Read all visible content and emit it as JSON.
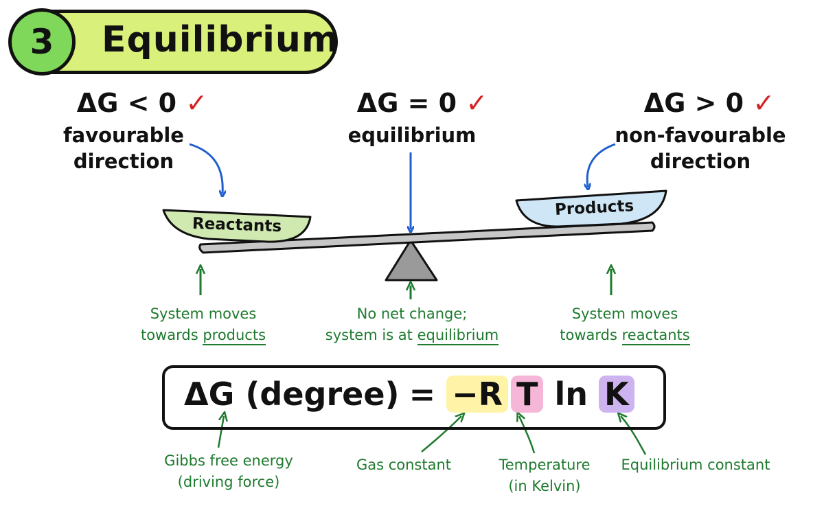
{
  "title": {
    "number": "3",
    "text": "Equilibrium"
  },
  "conditions": [
    {
      "expr": "ΔG < 0",
      "check": "✓",
      "desc_line1": "favourable",
      "desc_line2": "direction"
    },
    {
      "expr": "ΔG = 0",
      "check": "✓",
      "desc_line1": "equilibrium",
      "desc_line2": ""
    },
    {
      "expr": "ΔG > 0",
      "check": "✓",
      "desc_line1": "non-favourable",
      "desc_line2": "direction"
    }
  ],
  "pans": {
    "left": "Reactants",
    "right": "Products"
  },
  "notes": [
    {
      "line1": "System moves",
      "line2_prefix": "towards ",
      "line2_emph": "products"
    },
    {
      "line1": "No net change;",
      "line2_prefix": "system is at ",
      "line2_emph": "equilibrium"
    },
    {
      "line1": "System moves",
      "line2_prefix": "towards ",
      "line2_emph": "reactants"
    }
  ],
  "formula": {
    "lhs": "ΔG (degree)",
    "eq": "=",
    "minus_r": "−R",
    "t": "T",
    "ln": "ln",
    "k": "K"
  },
  "formula_labels": [
    {
      "line1": "Gibbs free energy",
      "line2": "(driving force)"
    },
    {
      "line1": "Gas constant",
      "line2": ""
    },
    {
      "line1": "Temperature",
      "line2": "(in Kelvin)"
    },
    {
      "line1": "Equilibrium constant",
      "line2": ""
    }
  ],
  "colors": {
    "title_bg": "#d9f07a",
    "number_bg": "#7fd85a",
    "check": "#d32323",
    "blue_arrow": "#1f5fcf",
    "green_text": "#1e7a2e",
    "reactants_pan": "#cfe9b0",
    "products_pan": "#cfe6f7",
    "r_highlight": "#fff3a8",
    "t_highlight": "#f6b6d8",
    "k_highlight": "#cdb3ef"
  }
}
